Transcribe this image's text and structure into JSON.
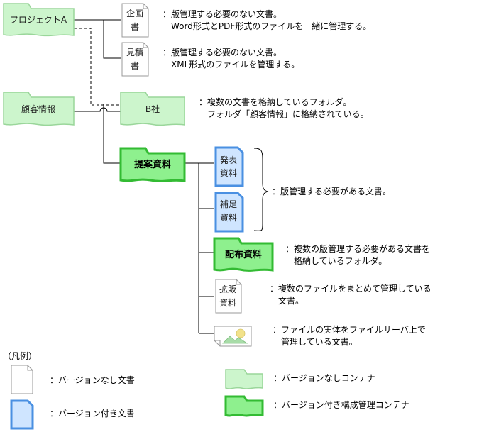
{
  "colors": {
    "plain_container_fill": "#ccf5cc",
    "plain_container_stroke": "#9ad69a",
    "versioned_container_fill": "#8ef08e",
    "versioned_container_stroke": "#33bb33",
    "versioned_doc_fill": "#cfe5ff",
    "versioned_doc_stroke": "#4a90e2",
    "doc_stroke": "#999999"
  },
  "tree": {
    "project_a": "プロジェクトA",
    "customer_info": "顧客情報",
    "company_b": "B社",
    "proposal": "提案資料",
    "plan_doc": [
      "企画",
      "書"
    ],
    "estimate_doc": [
      "見積",
      "書"
    ],
    "presentation_doc": [
      "発表",
      "資料"
    ],
    "supplement_doc": [
      "補足",
      "資料"
    ],
    "distribution": "配布資料",
    "extended_doc": [
      "拡販",
      "資料"
    ],
    "image_doc_icon": "image-file-icon"
  },
  "notes": {
    "plan": [
      "：版管理する必要のない文書。",
      "　Word形式とPDF形式のファイルを一緒に管理する。"
    ],
    "estimate": [
      "：版管理する必要のない文書。",
      "　XML形式のファイルを管理する。"
    ],
    "company_b": [
      "：複数の文書を格納しているフォルダ。",
      "　フォルダ「顧客情報」に格納されている。"
    ],
    "versioned": [
      "：版管理する必要がある文書。"
    ],
    "distribution": [
      "：複数の版管理する必要がある文書を",
      "　格納しているフォルダ。"
    ],
    "extended": [
      "：複数のファイルをまとめて管理している",
      "　文書。"
    ],
    "image": [
      "：ファイルの実体をファイルサーバ上で",
      "　管理している文書。"
    ]
  },
  "legend": {
    "title": "（凡例）",
    "plain_doc": "：バージョンなし文書",
    "versioned_doc": "：バージョン付き文書",
    "plain_container": "：バージョンなしコンテナ",
    "versioned_container": "：バージョン付き構成管理コンテナ"
  }
}
